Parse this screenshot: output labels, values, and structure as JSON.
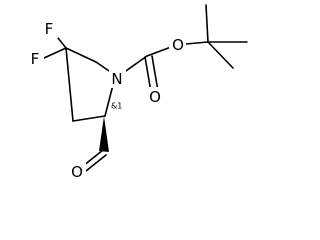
{
  "molecule": {
    "atoms": {
      "f1": "F",
      "f2": "F",
      "n": "N",
      "o_ester": "O",
      "o_carbonyl": "O",
      "o_aldehyde": "O"
    },
    "stereo_label": "&1"
  }
}
